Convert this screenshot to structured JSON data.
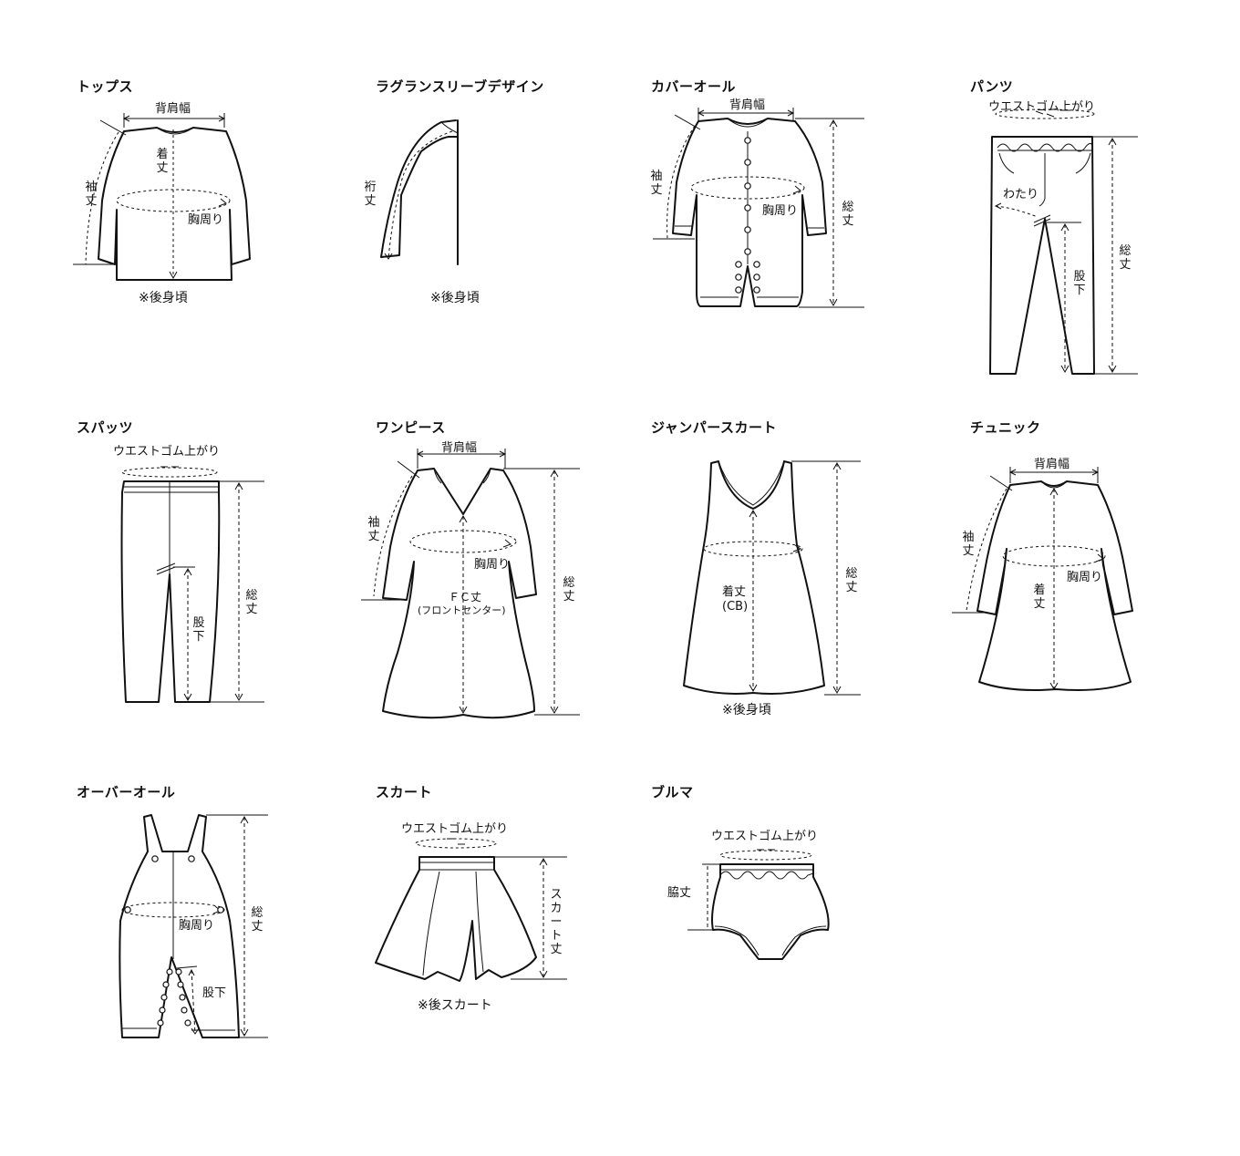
{
  "panels": {
    "tops": {
      "title": "トップス",
      "back_width": "背肩幅",
      "length": "着丈",
      "sleeve": "袖丈",
      "chest": "胸周り",
      "note": "※後身頃"
    },
    "raglan": {
      "title": "ラグランスリーブデザイン",
      "yuki": "裄丈",
      "note": "※後身頃"
    },
    "coverall": {
      "title": "カバーオール",
      "back_width": "背肩幅",
      "sleeve": "袖丈",
      "chest": "胸周り",
      "total": "総丈"
    },
    "pants": {
      "title": "パンツ",
      "waist": "ウエストゴム上がり",
      "thigh": "わたり",
      "inseam": "股下",
      "total": "総丈"
    },
    "spats": {
      "title": "スパッツ",
      "waist": "ウエストゴム上がり",
      "inseam": "股下",
      "total": "総丈"
    },
    "onepiece": {
      "title": "ワンピース",
      "back_width": "背肩幅",
      "sleeve": "袖丈",
      "chest": "胸周り",
      "fc": "ＦＣ丈",
      "fc_sub": "(フロントセンター)",
      "total": "総丈"
    },
    "jumper": {
      "title": "ジャンパースカート",
      "length": "着丈",
      "length_sub": "(CB)",
      "total": "総丈",
      "note": "※後身頃"
    },
    "tunic": {
      "title": "チュニック",
      "back_width": "背肩幅",
      "sleeve": "袖丈",
      "chest": "胸周り",
      "length": "着丈"
    },
    "overall": {
      "title": "オーバーオール",
      "chest": "胸周り",
      "inseam": "股下",
      "total": "総丈"
    },
    "skirt": {
      "title": "スカート",
      "waist": "ウエストゴム上がり",
      "skirt_length": "スカート丈",
      "note": "※後スカート"
    },
    "bloomers": {
      "title": "ブルマ",
      "waist": "ウエストゴム上がり",
      "side": "脇丈"
    }
  }
}
